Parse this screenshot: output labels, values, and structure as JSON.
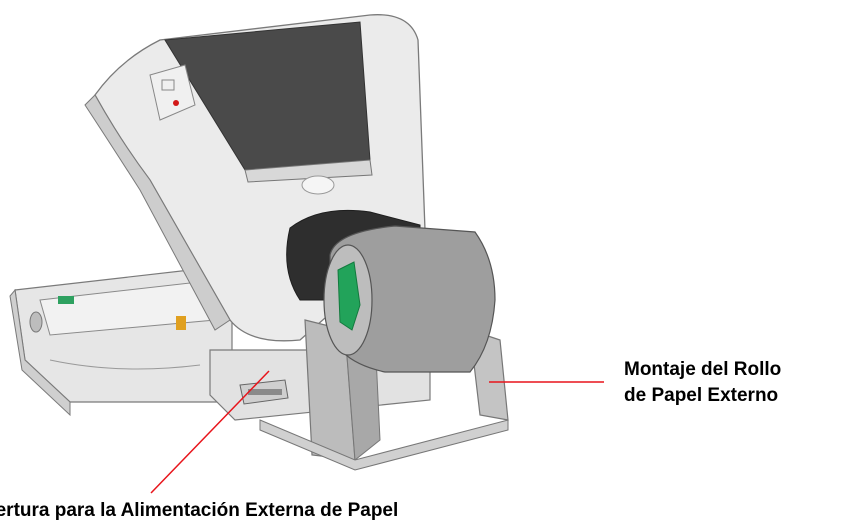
{
  "labels": {
    "roll_mount_line1": "Montaje del Rollo",
    "roll_mount_line2": "de Papel Externo",
    "feed_opening": "pertura para la Alimentación Externa de Papel"
  },
  "colors": {
    "leader_line": "#e8141b",
    "printer_body": "#e9e9e9",
    "printer_shadow": "#c8c8c8",
    "roll": "#9e9e9e",
    "roll_end": "#bdbdbd",
    "roll_core": "#22a35a",
    "window": "#4a4a4a",
    "dark_spool": "#2e2e2e",
    "mount_stand": "#bcbcbc"
  },
  "icons": [
    "printer-illustration",
    "paper-roll-illustration",
    "roll-mount-stand-illustration"
  ]
}
